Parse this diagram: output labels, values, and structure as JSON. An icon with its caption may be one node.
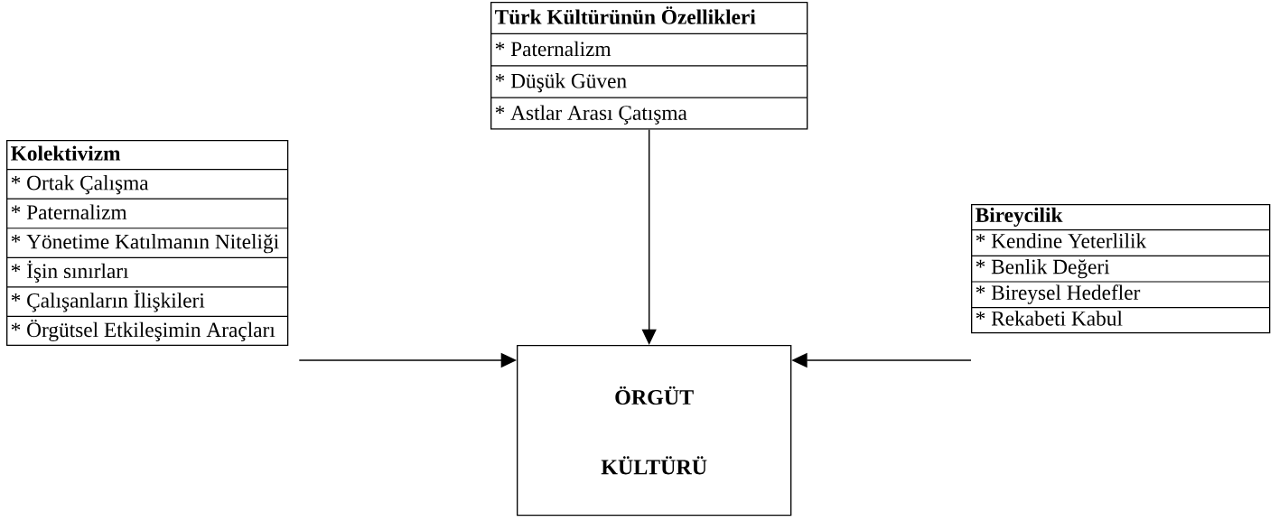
{
  "diagram": {
    "nodes": [
      {
        "text": [
          "Türk Kültürünün Özellikleri",
          "* Paternalizm",
          "* Düşük Güven",
          "* Astlar Arası Çatışma"
        ]
      },
      {
        "text": [
          "Kolektivizm",
          "* Ortak Çalışma",
          "* Paternalizm",
          "* Yönetime Katılmanın Niteliği",
          "* İşin sınırları",
          "* Çalışanların İlişkileri",
          "* Örgütsel Etkileşimin Araçları"
        ]
      },
      {
        "text": [
          "Bireycilik",
          "* Kendine Yeterlilik",
          "* Benlik Değeri",
          "* Bireysel Hedefler",
          "* Rekabeti Kabul"
        ]
      },
      {
        "text": [
          "ÖRGÜT KÜLTÜRÜ"
        ]
      }
    ],
    "edges": [
      {
        "from": 0,
        "to": 3,
        "arrow": "to"
      },
      {
        "from": 1,
        "to": 3,
        "arrow": "to"
      },
      {
        "from": 2,
        "to": 3,
        "arrow": "to"
      }
    ]
  }
}
